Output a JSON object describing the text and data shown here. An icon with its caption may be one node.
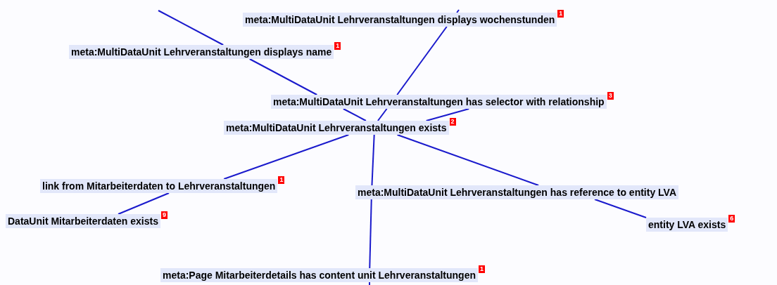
{
  "diagram": {
    "nodes": [
      {
        "text": [
          "meta:MultiDataUnit Lehrveranstaltungen displays wochenstunden"
        ],
        "beside": [
          "1"
        ]
      },
      {
        "text": [
          "meta:MultiDataUnit Lehrveranstaltungen displays name"
        ],
        "beside": [
          "1"
        ]
      },
      {
        "text": [
          "meta:MultiDataUnit Lehrveranstaltungen has selector with relationship"
        ],
        "beside": [
          "3"
        ]
      },
      {
        "text": [
          "meta:MultiDataUnit Lehrveranstaltungen exists"
        ],
        "beside": [
          "2"
        ]
      },
      {
        "text": [
          "link from Mitarbeiterdaten to Lehrveranstaltungen"
        ],
        "beside": [
          "1"
        ]
      },
      {
        "text": [
          "meta:MultiDataUnit Lehrveranstaltungen has reference to entity LVA"
        ]
      },
      {
        "text": [
          "DataUnit Mitarbeiterdaten exists"
        ],
        "beside": [
          "9"
        ]
      },
      {
        "text": [
          "entity LVA exists"
        ],
        "beside": [
          "6"
        ]
      },
      {
        "text": [
          "meta:Page Mitarbeiterdetails has content unit Lehrveranstaltungen"
        ],
        "beside": [
          "1"
        ]
      }
    ],
    "edges": [
      {
        "from": null,
        "to": 1,
        "arrow": "none"
      },
      {
        "from": 1,
        "to": 2,
        "arrow": "none"
      },
      {
        "from": 2,
        "to": 3,
        "arrow": "none"
      },
      {
        "from": null,
        "to": 0,
        "arrow": "none"
      },
      {
        "from": 0,
        "to": 2,
        "arrow": "none"
      },
      {
        "from": 2,
        "to": 3,
        "arrow": "none"
      },
      {
        "from": 2,
        "to": 3,
        "arrow": "none"
      },
      {
        "from": 3,
        "to": 4,
        "arrow": "none"
      },
      {
        "from": 3,
        "to": 5,
        "arrow": "none"
      },
      {
        "from": 3,
        "to": 5,
        "arrow": "none"
      },
      {
        "from": 5,
        "to": 8,
        "arrow": "none"
      },
      {
        "from": 8,
        "to": null,
        "arrow": "none"
      },
      {
        "from": 4,
        "to": 6,
        "arrow": "none"
      },
      {
        "from": 5,
        "to": 7,
        "arrow": "none"
      }
    ]
  }
}
